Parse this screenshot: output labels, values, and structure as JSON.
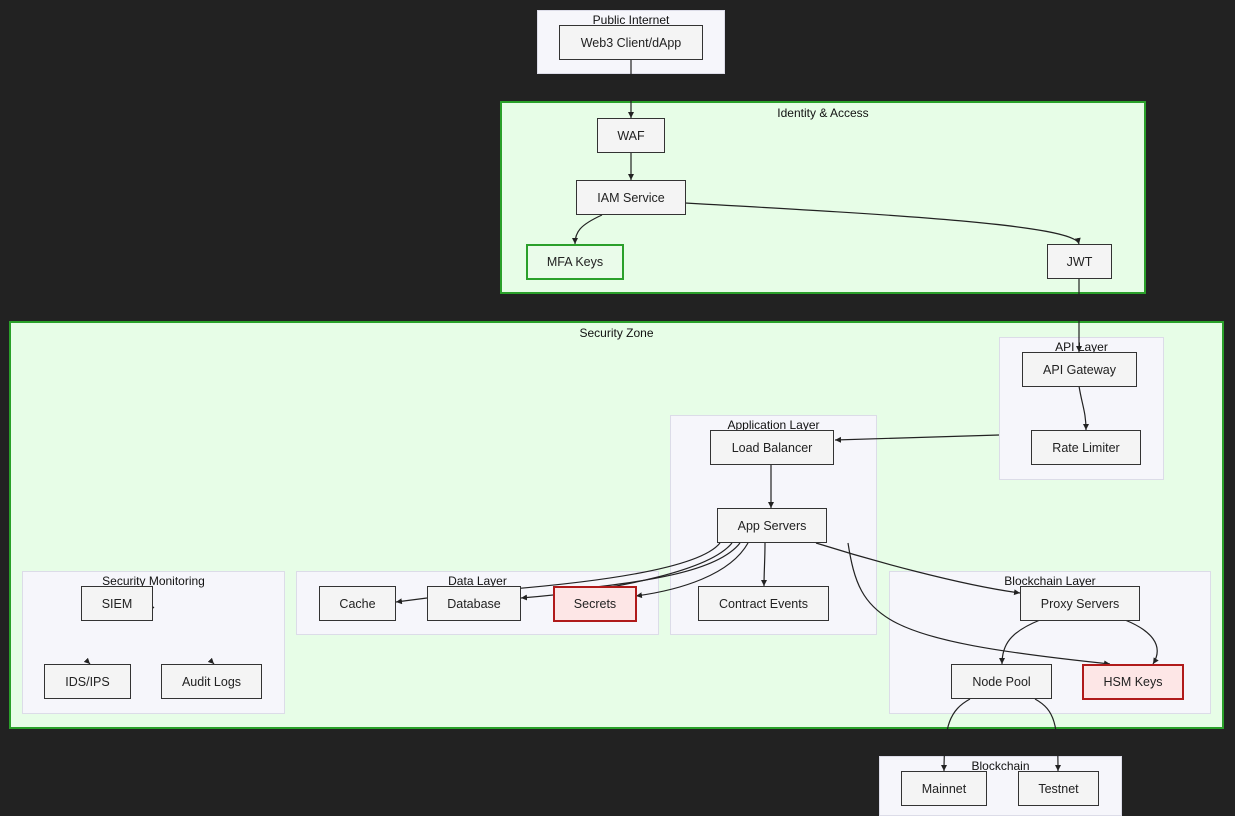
{
  "clusters": {
    "public_internet": "Public Internet",
    "identity_access": "Identity & Access",
    "security_zone": "Security Zone",
    "api_layer": "API Layer",
    "application_layer": "Application Layer",
    "data_layer": "Data Layer",
    "security_monitoring": "Security Monitoring",
    "blockchain_layer": "Blockchain Layer",
    "blockchain": "Blockchain"
  },
  "nodes": {
    "web3_client": "Web3 Client/dApp",
    "waf": "WAF",
    "iam_service": "IAM Service",
    "mfa_keys": "MFA Keys",
    "jwt": "JWT",
    "api_gateway": "API Gateway",
    "rate_limiter": "Rate Limiter",
    "load_balancer": "Load Balancer",
    "app_servers": "App Servers",
    "cache": "Cache",
    "database": "Database",
    "secrets": "Secrets",
    "contract_events": "Contract Events",
    "siem": "SIEM",
    "ids_ips": "IDS/IPS",
    "audit_logs": "Audit Logs",
    "proxy_servers": "Proxy Servers",
    "node_pool": "Node Pool",
    "hsm_keys": "HSM Keys",
    "mainnet": "Mainnet",
    "testnet": "Testnet"
  },
  "colors": {
    "background": "#222222",
    "zone_fill": "#e7fde7",
    "zone_border": "#2aa02a",
    "subcluster_fill": "#f6f6fb",
    "node_fill": "#f4f4f4",
    "sensitive_fill": "#fde6e6",
    "sensitive_border": "#b01a1a",
    "edge": "#222222"
  }
}
